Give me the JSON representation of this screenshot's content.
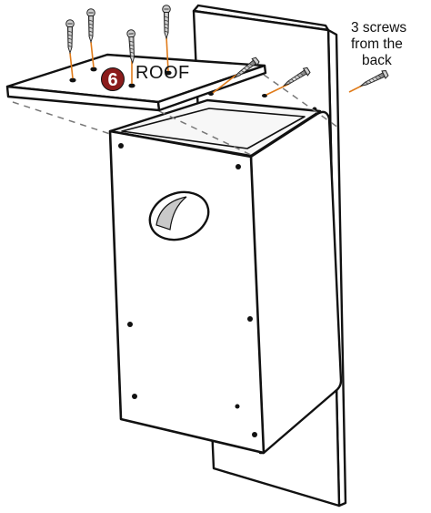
{
  "step": {
    "number": "6",
    "part_label": "ROOF",
    "badge_color": "#8b1c1c"
  },
  "note": {
    "line1": "3 screws",
    "line2": "from the",
    "line3": "back"
  },
  "colors": {
    "outline": "#111111",
    "screw_guide": "#e07b1a",
    "screw_metal": "#9a9a9a",
    "hidden_edge": "#777777"
  },
  "counts": {
    "roof_screws": 4,
    "back_screws": 3
  }
}
